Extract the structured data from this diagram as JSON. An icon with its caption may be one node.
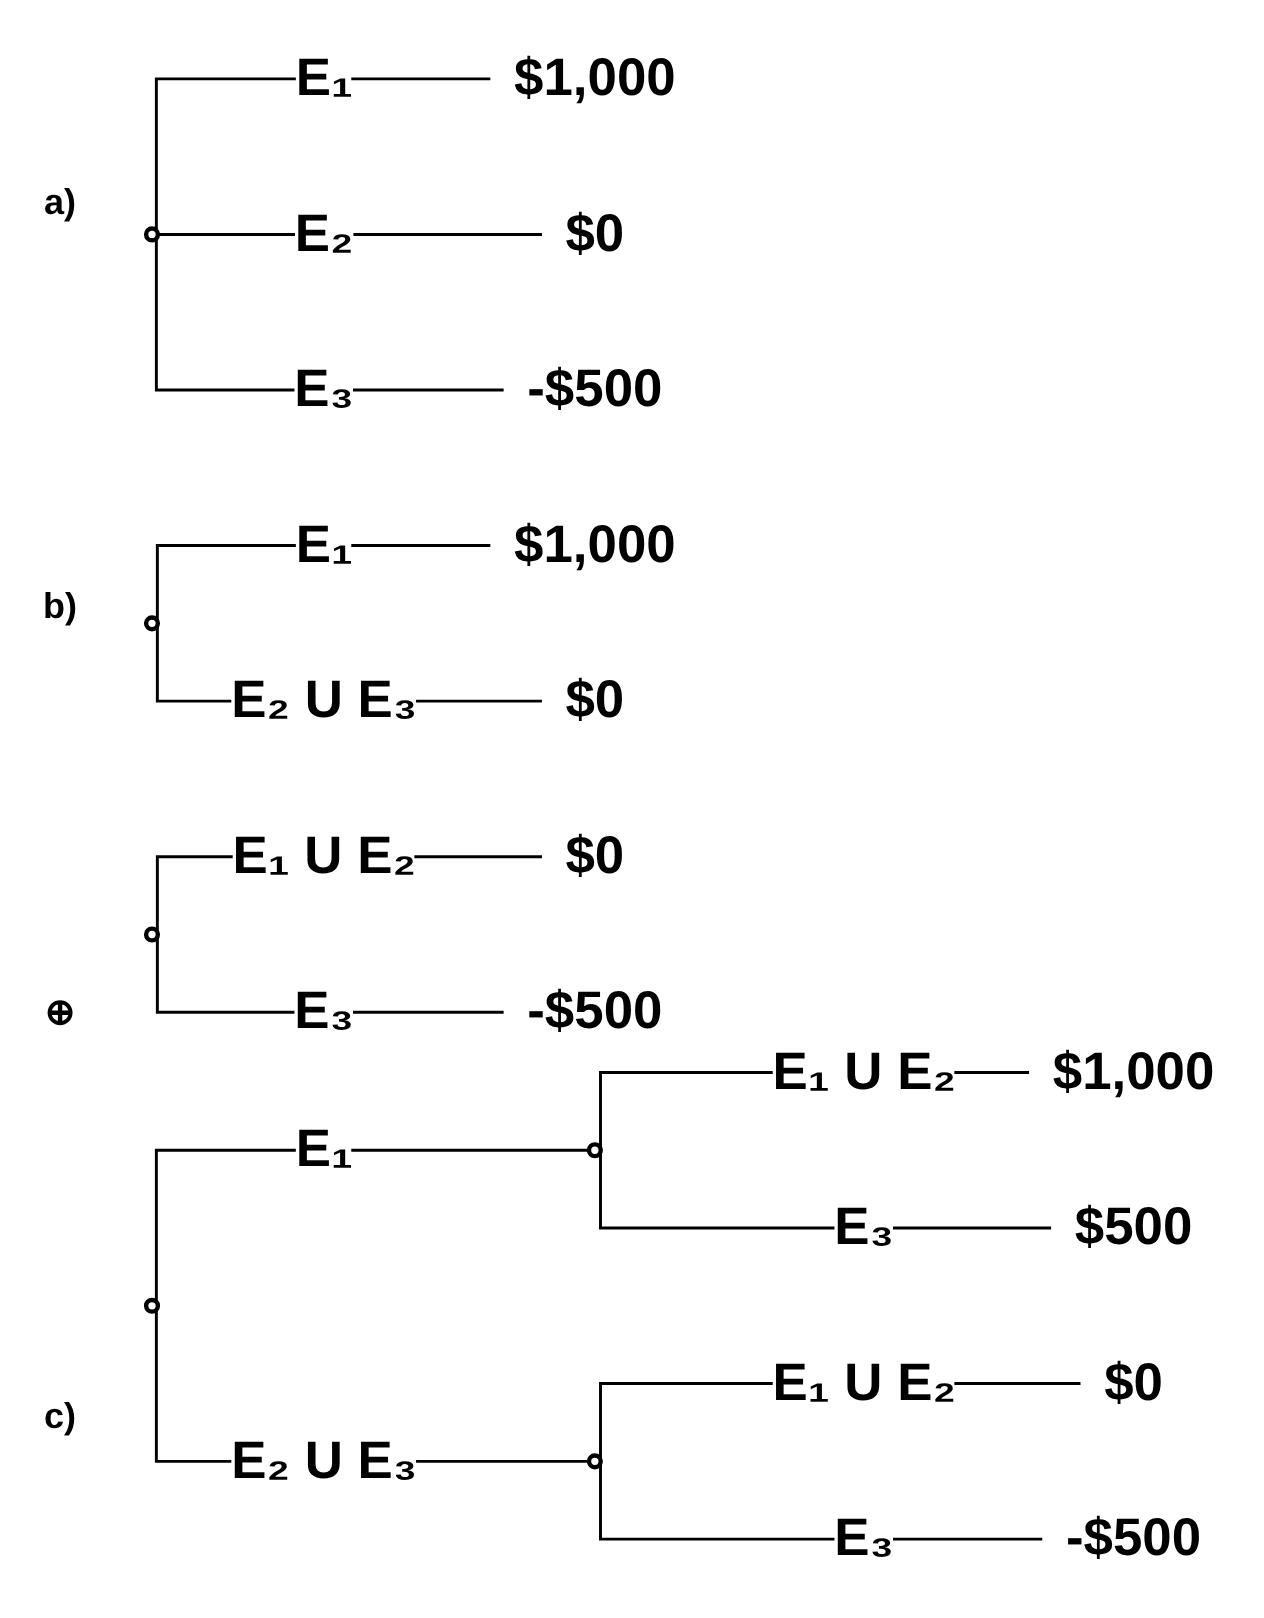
{
  "diagram": {
    "nodes": [
      {
        "text": [],
        "shape": "circle"
      },
      {
        "text": [
          "$1,000"
        ]
      },
      {
        "text": [
          "$0"
        ]
      },
      {
        "text": [
          "-$500"
        ]
      },
      {
        "text": [],
        "shape": "circle"
      },
      {
        "text": [
          "$1,000"
        ]
      },
      {
        "text": [
          "$0"
        ]
      },
      {
        "text": [],
        "shape": "circle"
      },
      {
        "text": [
          "$0"
        ]
      },
      {
        "text": [
          "-$500"
        ]
      },
      {
        "text": [],
        "shape": "circle"
      },
      {
        "text": [],
        "shape": "circle"
      },
      {
        "text": [
          "$1,000"
        ]
      },
      {
        "text": [
          "$500"
        ]
      },
      {
        "text": [],
        "shape": "circle"
      },
      {
        "text": [
          "$0"
        ]
      },
      {
        "text": [
          "-$500"
        ]
      }
    ],
    "edges": [
      {
        "from": 0,
        "to": 1,
        "arrow": "none",
        "label": "E₁"
      },
      {
        "from": 0,
        "to": 2,
        "arrow": "none",
        "label": "E₂"
      },
      {
        "from": 0,
        "to": 3,
        "arrow": "none",
        "label": "E₃"
      },
      {
        "from": 4,
        "to": 5,
        "arrow": "none",
        "label": "E₁"
      },
      {
        "from": 4,
        "to": 6,
        "arrow": "none",
        "label": "E₂ U E₃"
      },
      {
        "from": 7,
        "to": 8,
        "arrow": "none",
        "label": "E₁ U E₂"
      },
      {
        "from": 7,
        "to": 9,
        "arrow": "none",
        "label": "E₃"
      },
      {
        "from": 10,
        "to": 11,
        "arrow": "none",
        "label": "E₁"
      },
      {
        "from": 10,
        "to": 14,
        "arrow": "none",
        "label": "E₂ U E₃"
      },
      {
        "from": 11,
        "to": 12,
        "arrow": "none",
        "label": "E₁ U E₂"
      },
      {
        "from": 11,
        "to": 13,
        "arrow": "none",
        "label": "E₃"
      },
      {
        "from": 14,
        "to": 15,
        "arrow": "none",
        "label": "E₁ U E₂"
      },
      {
        "from": 14,
        "to": 16,
        "arrow": "none",
        "label": "E₃"
      }
    ],
    "labels": [
      "a)",
      "b)",
      "⊕",
      "c)"
    ]
  }
}
